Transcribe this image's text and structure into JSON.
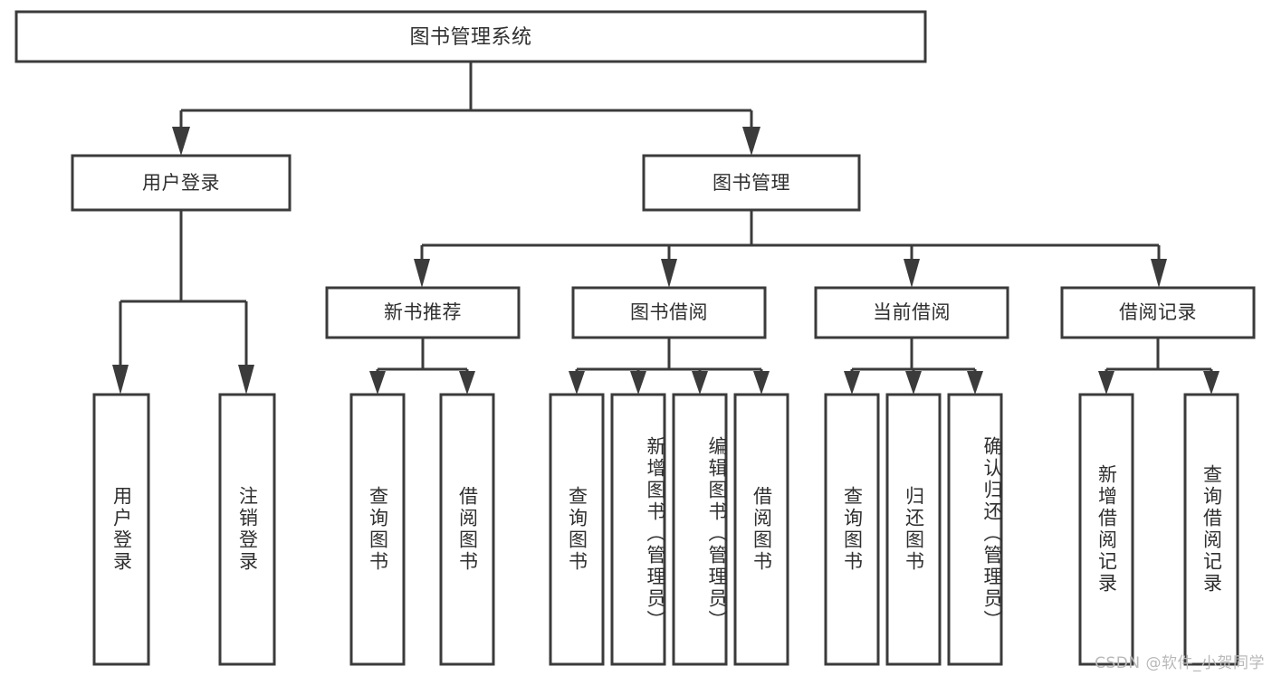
{
  "diagram": {
    "type": "tree",
    "orientation": "top-down",
    "colors": {
      "background": "#ffffff",
      "stroke": "#3b3b3b",
      "box_fill": "#ffffff",
      "text": "#2f2f2f",
      "watermark": "#b9b9b9"
    },
    "root": {
      "id": "root",
      "label": "图书管理系统",
      "orientation": "horizontal"
    },
    "level2": [
      {
        "id": "user-login",
        "label": "用户登录",
        "orientation": "horizontal"
      },
      {
        "id": "book-manage",
        "label": "图书管理",
        "orientation": "horizontal"
      }
    ],
    "level3": [
      {
        "id": "new-book-rec",
        "label": "新书推荐",
        "orientation": "horizontal",
        "parent": "book-manage"
      },
      {
        "id": "book-borrow",
        "label": "图书借阅",
        "orientation": "horizontal",
        "parent": "book-manage"
      },
      {
        "id": "current-borrow",
        "label": "当前借阅",
        "orientation": "horizontal",
        "parent": "book-manage"
      },
      {
        "id": "borrow-record",
        "label": "借阅记录",
        "orientation": "horizontal",
        "parent": "book-manage"
      }
    ],
    "leaves": [
      {
        "id": "leaf-user-login",
        "label": "用户登录",
        "orientation": "vertical",
        "parent": "user-login"
      },
      {
        "id": "leaf-user-logout",
        "label": "注销登录",
        "orientation": "vertical",
        "parent": "user-login"
      },
      {
        "id": "leaf-query-book-1",
        "label": "查询图书",
        "orientation": "vertical",
        "parent": "new-book-rec"
      },
      {
        "id": "leaf-borrow-book-1",
        "label": "借阅图书",
        "orientation": "vertical",
        "parent": "new-book-rec"
      },
      {
        "id": "leaf-query-book-2",
        "label": "查询图书",
        "orientation": "vertical",
        "parent": "book-borrow"
      },
      {
        "id": "leaf-add-book",
        "label": "新增图书（管理员）",
        "orientation": "vertical",
        "parent": "book-borrow"
      },
      {
        "id": "leaf-edit-book",
        "label": "编辑图书（管理员）",
        "orientation": "vertical",
        "parent": "book-borrow"
      },
      {
        "id": "leaf-borrow-book-2",
        "label": "借阅图书",
        "orientation": "vertical",
        "parent": "book-borrow"
      },
      {
        "id": "leaf-query-book-3",
        "label": "查询图书",
        "orientation": "vertical",
        "parent": "current-borrow"
      },
      {
        "id": "leaf-return-book",
        "label": "归还图书",
        "orientation": "vertical",
        "parent": "current-borrow"
      },
      {
        "id": "leaf-confirm-return",
        "label": "确认归还（管理员）",
        "orientation": "vertical",
        "parent": "current-borrow"
      },
      {
        "id": "leaf-add-record",
        "label": "新增借阅记录",
        "orientation": "vertical",
        "parent": "borrow-record"
      },
      {
        "id": "leaf-query-record",
        "label": "查询借阅记录",
        "orientation": "vertical",
        "parent": "borrow-record"
      }
    ]
  },
  "watermark": {
    "text": "CSDN @软件_小贺同学"
  }
}
